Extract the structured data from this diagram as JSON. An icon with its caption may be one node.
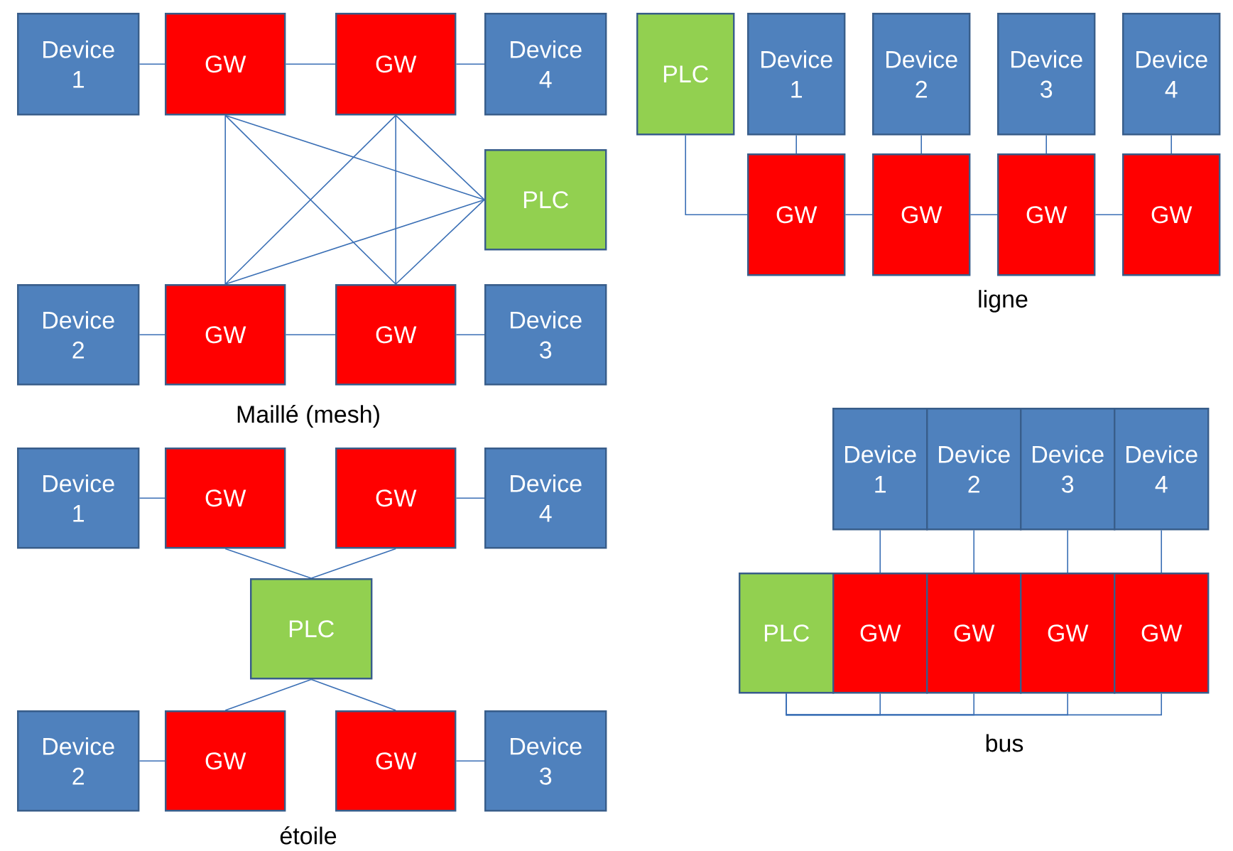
{
  "diagram": {
    "nodes": [
      {
        "text": [
          "Device 1"
        ]
      },
      {
        "text": [
          "GW"
        ]
      },
      {
        "text": [
          "GW"
        ]
      },
      {
        "text": [
          "Device 4"
        ]
      },
      {
        "text": [
          "PLC"
        ]
      },
      {
        "text": [
          "Device 2"
        ]
      },
      {
        "text": [
          "GW"
        ]
      },
      {
        "text": [
          "GW"
        ]
      },
      {
        "text": [
          "Device 3"
        ]
      },
      {
        "text": [
          "PLC"
        ]
      },
      {
        "text": [
          "Device 1"
        ]
      },
      {
        "text": [
          "Device 2"
        ]
      },
      {
        "text": [
          "Device 3"
        ]
      },
      {
        "text": [
          "Device 4"
        ]
      },
      {
        "text": [
          "GW"
        ]
      },
      {
        "text": [
          "GW"
        ]
      },
      {
        "text": [
          "GW"
        ]
      },
      {
        "text": [
          "GW"
        ]
      },
      {
        "text": [
          "Device 1"
        ]
      },
      {
        "text": [
          "GW"
        ]
      },
      {
        "text": [
          "GW"
        ]
      },
      {
        "text": [
          "Device 4"
        ]
      },
      {
        "text": [
          "PLC"
        ]
      },
      {
        "text": [
          "Device 2"
        ]
      },
      {
        "text": [
          "GW"
        ]
      },
      {
        "text": [
          "GW"
        ]
      },
      {
        "text": [
          "Device 3"
        ]
      },
      {
        "text": [
          "Device 1"
        ]
      },
      {
        "text": [
          "Device 2"
        ]
      },
      {
        "text": [
          "Device 3"
        ]
      },
      {
        "text": [
          "Device 4"
        ]
      },
      {
        "text": [
          "PLC"
        ]
      },
      {
        "text": [
          "GW"
        ]
      },
      {
        "text": [
          "GW"
        ]
      },
      {
        "text": [
          "GW"
        ]
      },
      {
        "text": [
          "GW"
        ]
      }
    ],
    "edges": [
      {
        "from": 0,
        "to": 1,
        "arrow": "none"
      },
      {
        "from": 1,
        "to": 2,
        "arrow": "none"
      },
      {
        "from": 2,
        "to": 3,
        "arrow": "none"
      },
      {
        "from": 5,
        "to": 6,
        "arrow": "none"
      },
      {
        "from": 6,
        "to": 7,
        "arrow": "none"
      },
      {
        "from": 7,
        "to": 8,
        "arrow": "none"
      },
      {
        "from": 1,
        "to": 6,
        "arrow": "none"
      },
      {
        "from": 1,
        "to": 7,
        "arrow": "none"
      },
      {
        "from": 1,
        "to": 4,
        "arrow": "none"
      },
      {
        "from": 2,
        "to": 6,
        "arrow": "none"
      },
      {
        "from": 2,
        "to": 7,
        "arrow": "none"
      },
      {
        "from": 2,
        "to": 4,
        "arrow": "none"
      },
      {
        "from": 6,
        "to": 4,
        "arrow": "none"
      },
      {
        "from": 7,
        "to": 4,
        "arrow": "none"
      },
      {
        "from": 10,
        "to": 14,
        "arrow": "none"
      },
      {
        "from": 11,
        "to": 15,
        "arrow": "none"
      },
      {
        "from": 12,
        "to": 16,
        "arrow": "none"
      },
      {
        "from": 13,
        "to": 17,
        "arrow": "none"
      },
      {
        "from": 9,
        "to": 14,
        "arrow": "none"
      },
      {
        "from": 14,
        "to": 15,
        "arrow": "none"
      },
      {
        "from": 15,
        "to": 16,
        "arrow": "none"
      },
      {
        "from": 16,
        "to": 17,
        "arrow": "none"
      },
      {
        "from": 18,
        "to": 19,
        "arrow": "none"
      },
      {
        "from": 20,
        "to": 21,
        "arrow": "none"
      },
      {
        "from": 19,
        "to": 22,
        "arrow": "none"
      },
      {
        "from": 20,
        "to": 22,
        "arrow": "none"
      },
      {
        "from": 22,
        "to": 24,
        "arrow": "none"
      },
      {
        "from": 22,
        "to": 25,
        "arrow": "none"
      },
      {
        "from": 23,
        "to": 24,
        "arrow": "none"
      },
      {
        "from": 25,
        "to": 26,
        "arrow": "none"
      },
      {
        "from": 27,
        "to": 32,
        "arrow": "none"
      },
      {
        "from": 28,
        "to": 33,
        "arrow": "none"
      },
      {
        "from": 29,
        "to": 34,
        "arrow": "none"
      },
      {
        "from": 30,
        "to": 35,
        "arrow": "none"
      },
      {
        "from": 31,
        "to": 32,
        "arrow": "none"
      },
      {
        "from": 31,
        "to": 33,
        "arrow": "none"
      },
      {
        "from": 31,
        "to": 34,
        "arrow": "none"
      },
      {
        "from": 31,
        "to": 35,
        "arrow": "none"
      }
    ],
    "labels": [
      "Maillé (mesh)",
      "ligne",
      "étoile",
      "bus"
    ]
  }
}
